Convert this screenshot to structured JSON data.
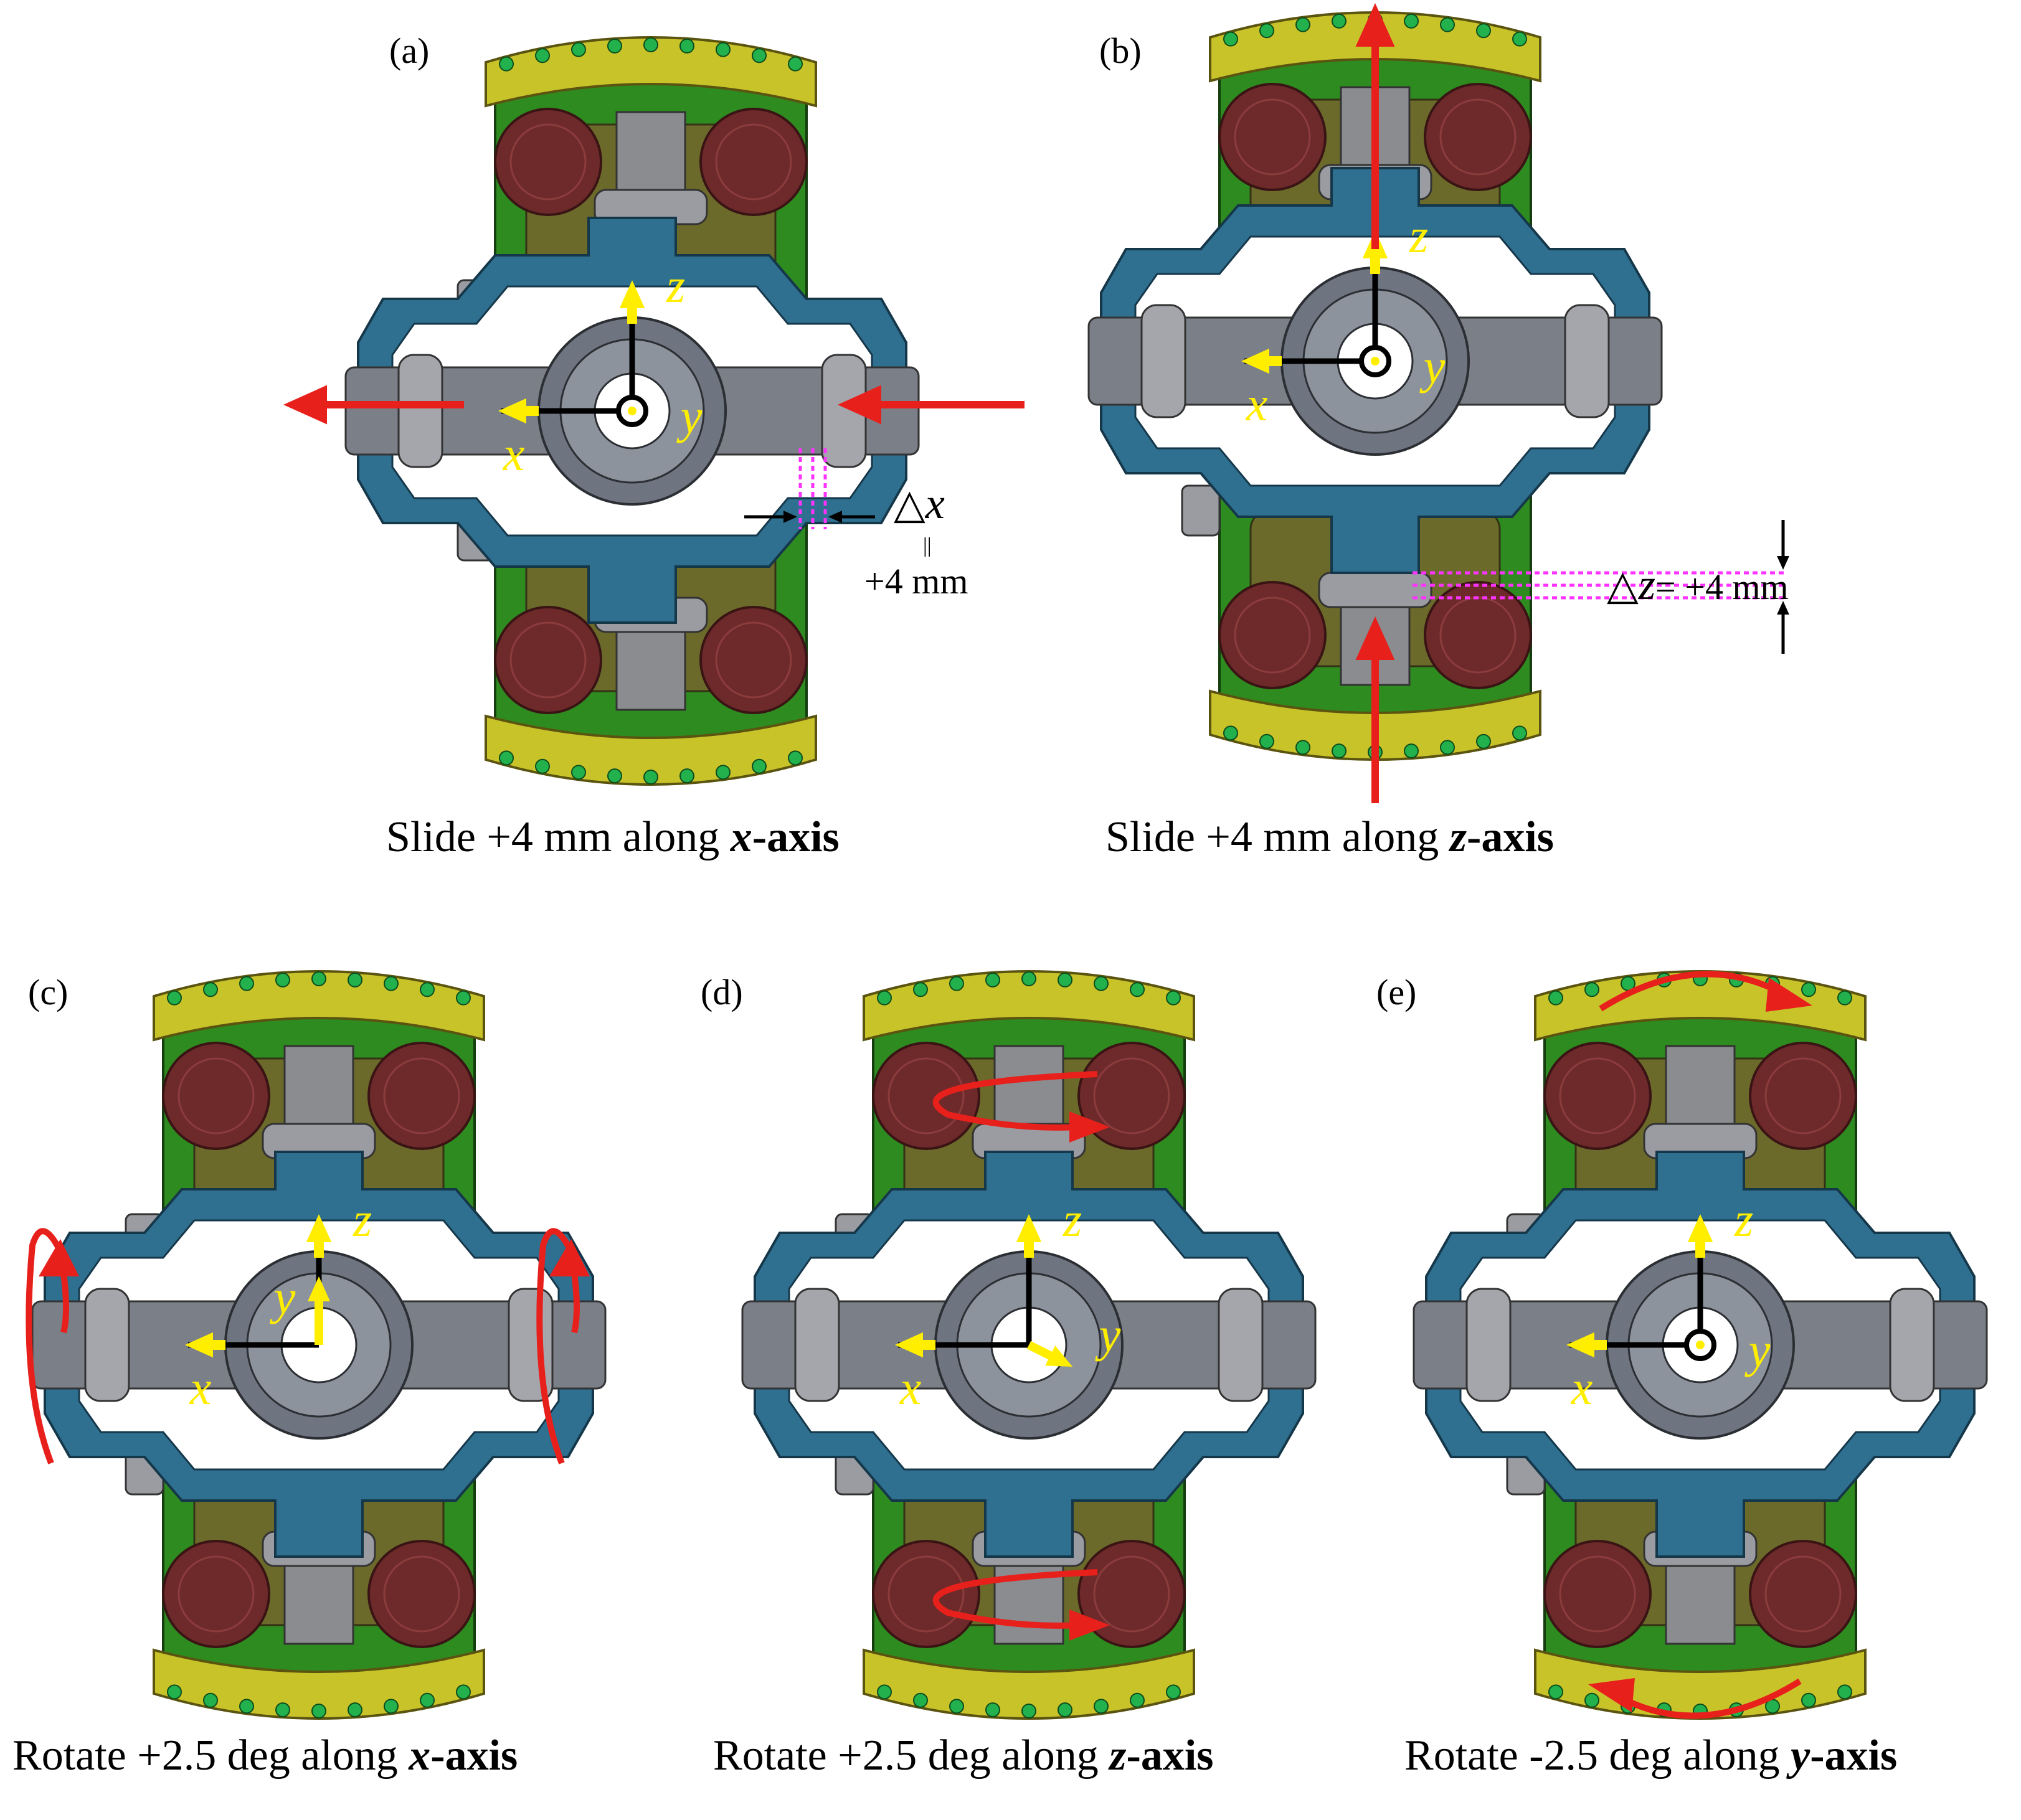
{
  "panels": [
    {
      "id": "a",
      "label": "(a)",
      "caption_pre": "Slide +4 mm along ",
      "caption_axis": "x",
      "caption_suffix": "-axis"
    },
    {
      "id": "b",
      "label": "(b)",
      "caption_pre": "Slide +4 mm along ",
      "caption_axis": "z",
      "caption_suffix": "-axis"
    },
    {
      "id": "c",
      "label": "(c)",
      "caption_pre": "Rotate +2.5 deg along ",
      "caption_axis": "x",
      "caption_suffix": "-axis"
    },
    {
      "id": "d",
      "label": "(d)",
      "caption_pre": "Rotate +2.5 deg along ",
      "caption_axis": "z",
      "caption_suffix": "-axis"
    },
    {
      "id": "e",
      "label": "(e)",
      "caption_pre": "Rotate -2.5 deg along ",
      "caption_axis": "y",
      "caption_suffix": "-axis"
    }
  ],
  "axis_labels": {
    "x": "x",
    "y": "y",
    "z": "z"
  },
  "dimensions": {
    "a": {
      "symbol": "△",
      "var": "x",
      "eq": "||",
      "value": "+4 mm"
    },
    "b": {
      "symbol": "△",
      "var": "z",
      "eq": "=",
      "value": "+4 mm"
    }
  },
  "colors": {
    "frame_green": "#2e8b20",
    "bracket_olive": "#6b6a2a",
    "cap_yellow": "#c9c32a",
    "roller_red": "#6e2a2a",
    "cross_blue": "#2f6f8f",
    "hub_grey": "#6e7480",
    "axis_yellow": "#ffee00",
    "arrow_red": "#e8201c",
    "dim_magenta": "#ff33ff"
  }
}
